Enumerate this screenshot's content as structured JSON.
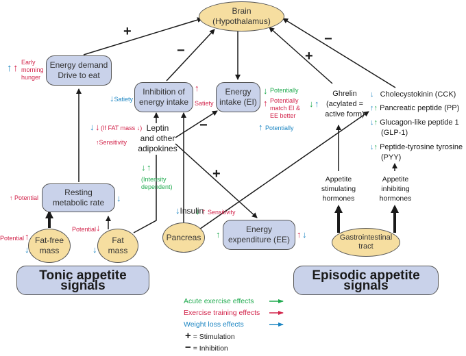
{
  "colors": {
    "acute": "#1faa4e",
    "training": "#d2234a",
    "weight_loss": "#1b85c2",
    "box_fill": "#c9d2ea",
    "ellipse_fill": "#f6dea0"
  },
  "nodes": {
    "brain": "Brain (Hypothalamus)",
    "brain_line1": "Brain",
    "brain_line2": "(Hypothalamus)",
    "energy_demand_1": "Energy demand",
    "energy_demand_2": "Drive to eat",
    "inhibition_1": "Inhibition of",
    "inhibition_2": "energy intake",
    "energy_intake_1": "Energy",
    "energy_intake_2": "intake (EI)",
    "ghrelin_1": "Ghrelin",
    "ghrelin_2": "(acylated =",
    "ghrelin_3": "active form)",
    "leptin_1": "Leptin",
    "leptin_2": "and other",
    "leptin_3": "adipokines",
    "rmr_1": "Resting",
    "rmr_2": "metabolic rate",
    "ffm_1": "Fat-free",
    "ffm_2": "mass",
    "fat_1": "Fat",
    "fat_2": "mass",
    "pancreas": "Pancreas",
    "insulin": "Insulin",
    "ee_1": "Energy",
    "ee_2": "expenditure (EE)",
    "gi_1": "Gastrointestinal",
    "gi_2": "tract",
    "stim_1": "Appetite",
    "stim_2": "stimulating",
    "stim_3": "hormones",
    "inhib_1": "Appetite",
    "inhib_2": "inhibiting",
    "inhib_3": "hormones",
    "tonic": "Tonic appetite signals",
    "episodic": "Episodic appetite signals"
  },
  "hormones": [
    {
      "name": "Cholecystokinin (CCK)"
    },
    {
      "name": "Pancreatic peptide (PP)"
    },
    {
      "name": "Glucagon-like peptide 1",
      "name2": "(GLP-1)"
    },
    {
      "name": "Peptide-tyrosine tyrosine",
      "name2": "(PYY)"
    }
  ],
  "annotations": {
    "early_1": "Early",
    "early_2": "morning",
    "early_3": "hunger",
    "satiety": "Satiety",
    "if_fat_mass": "(If FAT mass",
    "sensitivity": "Sensitivity",
    "intensity_1": "(Intensity",
    "intensity_2": "dependent)",
    "potential": "Potential",
    "potentially": "Potentially",
    "match_1": "Potentially",
    "match_2": "match EI &",
    "match_3": "EE better"
  },
  "signs": {
    "plus": "+",
    "minus": "−"
  },
  "arrows": {
    "up": "↑",
    "down": "↓",
    "right": "→"
  },
  "legend": {
    "acute": "Acute exercise effects",
    "training": "Exercise training effects",
    "weight_loss": "Weight loss effects",
    "stimulation": "= Stimulation",
    "inhibition": "= Inhibition"
  }
}
